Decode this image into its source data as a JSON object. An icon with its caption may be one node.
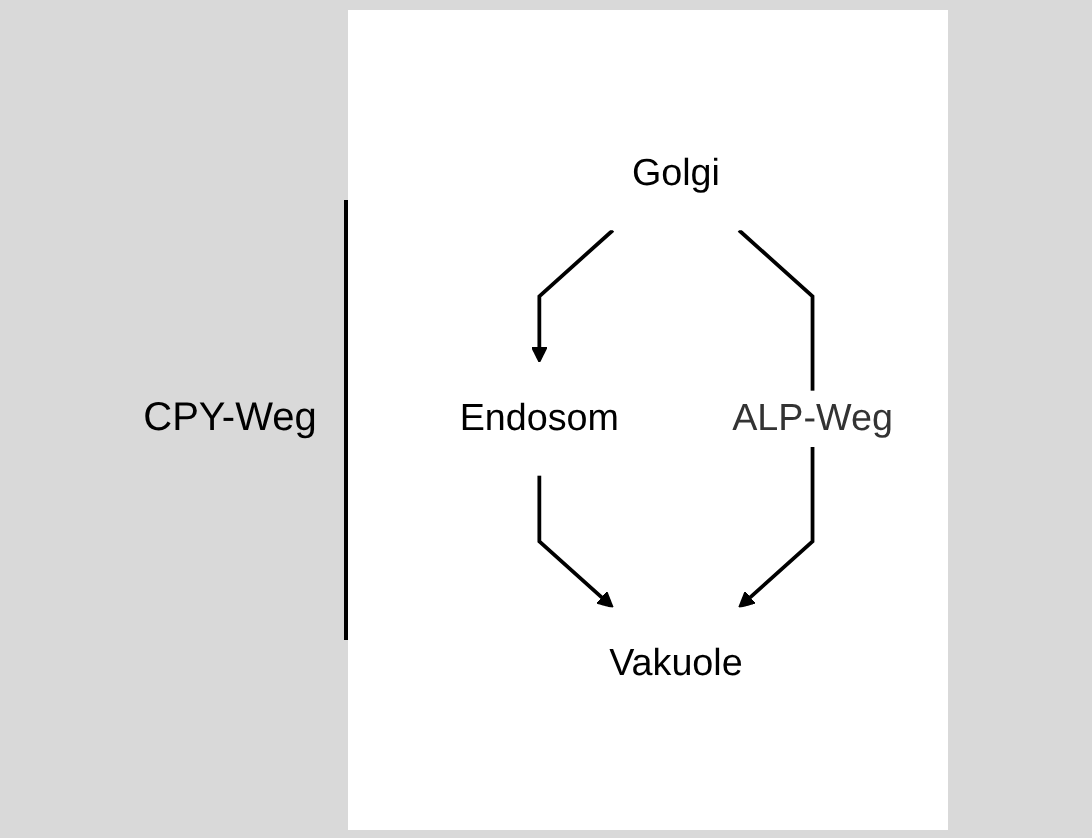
{
  "diagram": {
    "nodes": [
      {
        "text": [
          "Golgi"
        ]
      },
      {
        "text": [
          "Endosom"
        ]
      },
      {
        "text": [
          "Vakuole"
        ]
      }
    ],
    "edges": [
      {
        "from": 0,
        "to": 1,
        "arrow": "to"
      },
      {
        "from": 1,
        "to": 2,
        "arrow": "to"
      },
      {
        "from": 0,
        "to": 2,
        "arrow": "to",
        "label": "ALP-Weg"
      }
    ],
    "labels": [
      "CPY-Weg"
    ]
  }
}
